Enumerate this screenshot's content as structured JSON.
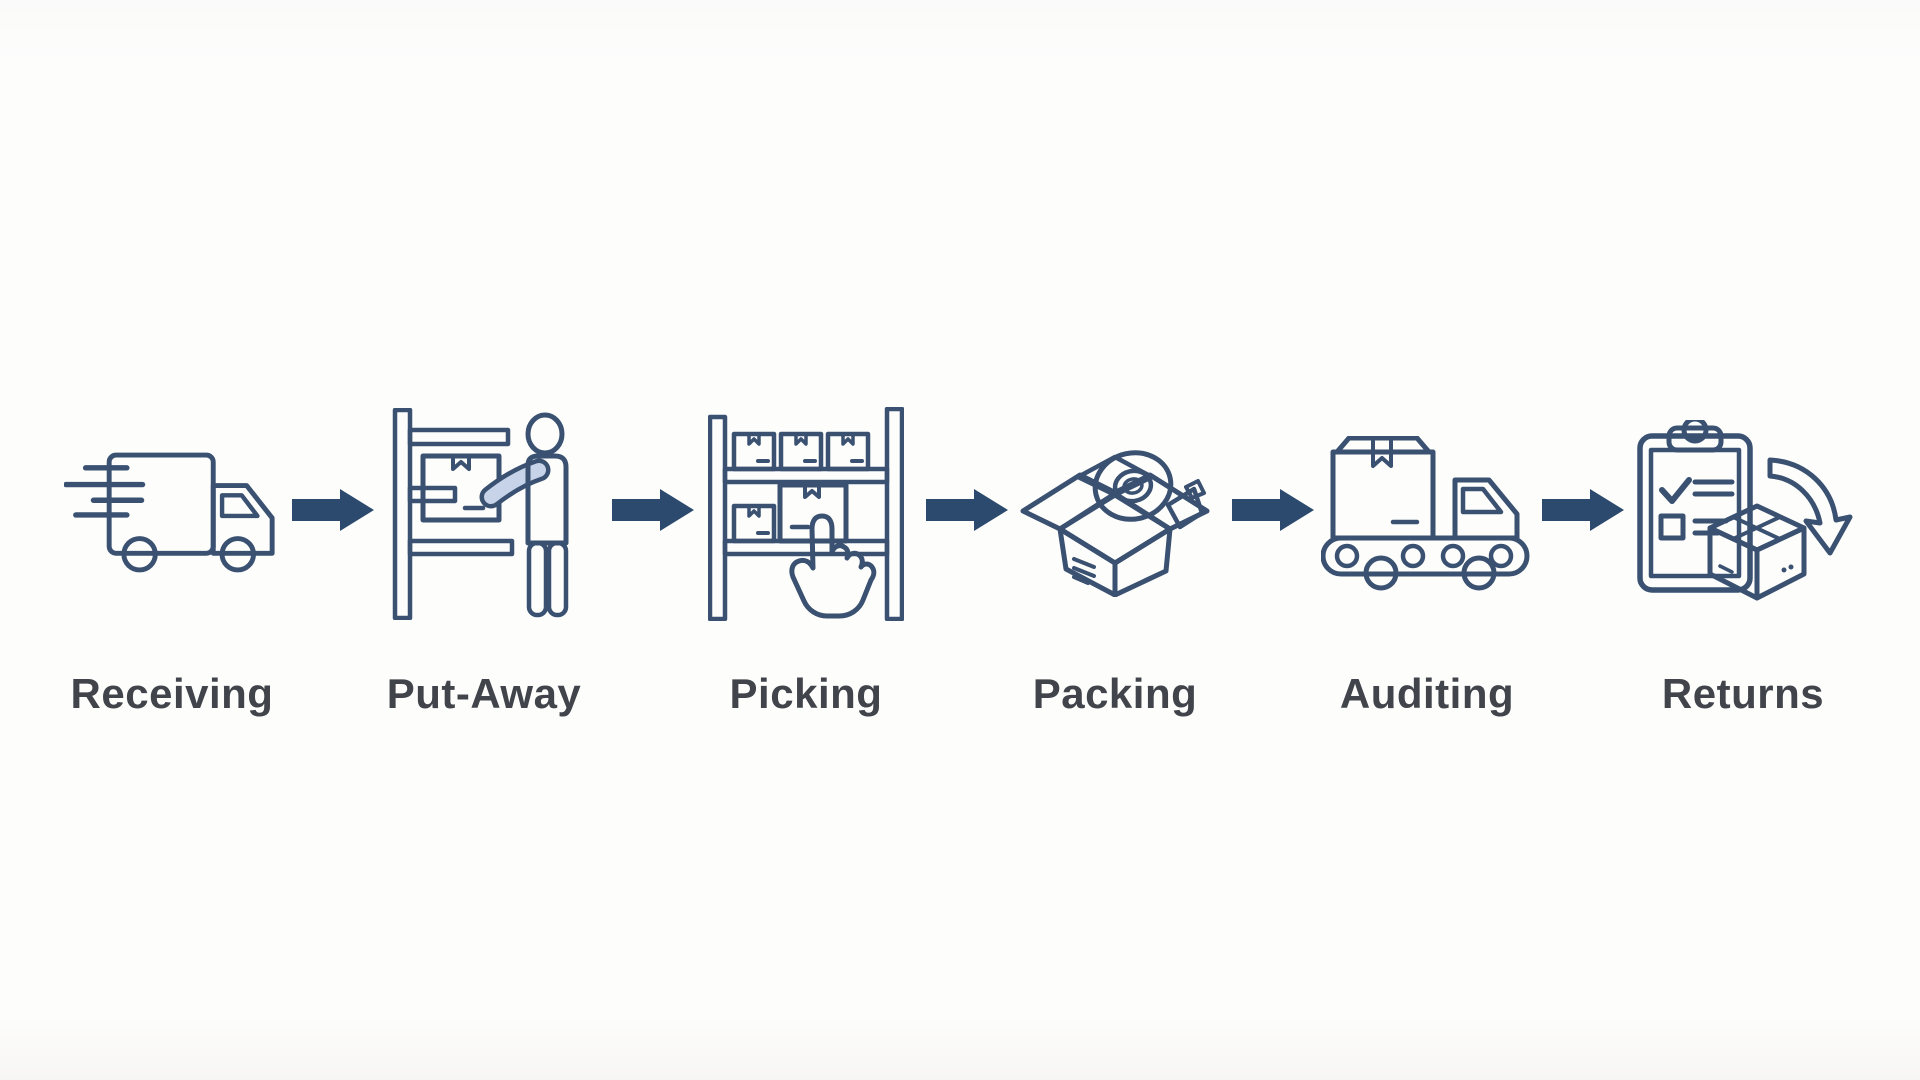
{
  "diagram": {
    "type": "process-flow",
    "direction": "left-to-right",
    "steps": [
      {
        "label": "Receiving",
        "icon": "delivery-truck-icon"
      },
      {
        "label": "Put-Away",
        "icon": "worker-shelving-box-icon"
      },
      {
        "label": "Picking",
        "icon": "rack-hand-pick-icon"
      },
      {
        "label": "Packing",
        "icon": "open-box-tape-icon"
      },
      {
        "label": "Auditing",
        "icon": "box-conveyor-truck-icon"
      },
      {
        "label": "Returns",
        "icon": "clipboard-box-return-icon"
      }
    ],
    "connector": {
      "glyph": "arrow-right",
      "count": 5
    },
    "colors": {
      "background": "#fcfcfb",
      "outline": "#3a5171",
      "fill_light": "#c7d3e8",
      "fill_lighter": "#dfe6f2",
      "fill_mid": "#aebfd9",
      "fill_gray": "#9dabc2",
      "arrow": "#2c4a6e",
      "label_text": "#41454b"
    }
  }
}
